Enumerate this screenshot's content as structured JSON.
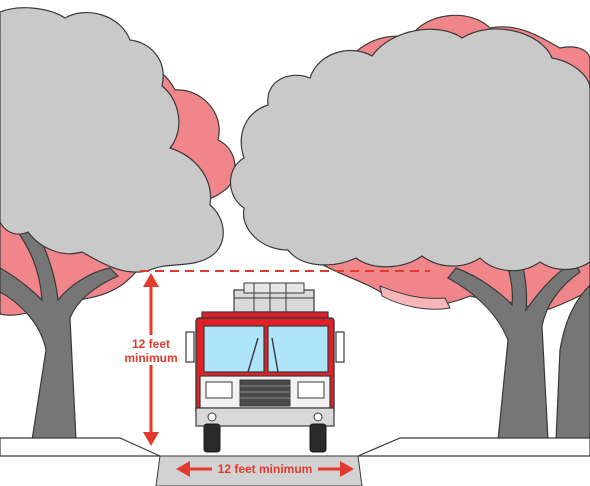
{
  "labels": {
    "height_line1": "12 feet",
    "height_line2": "minimum",
    "width_label": "12 feet minimum"
  },
  "colors": {
    "foliage_gray": "#c9c9c9",
    "foliage_pink": "#f1868a",
    "foliage_light_pink": "#f8b6b8",
    "trunk": "#767676",
    "dimension_red": "#e23a2c",
    "truck_red": "#e11f26",
    "windshield": "#aee4f7",
    "road": "#d2d2d2",
    "outline": "#3a3a3a"
  },
  "icons": {
    "subject": "fire-truck-icon",
    "trees": "tree-icon"
  }
}
